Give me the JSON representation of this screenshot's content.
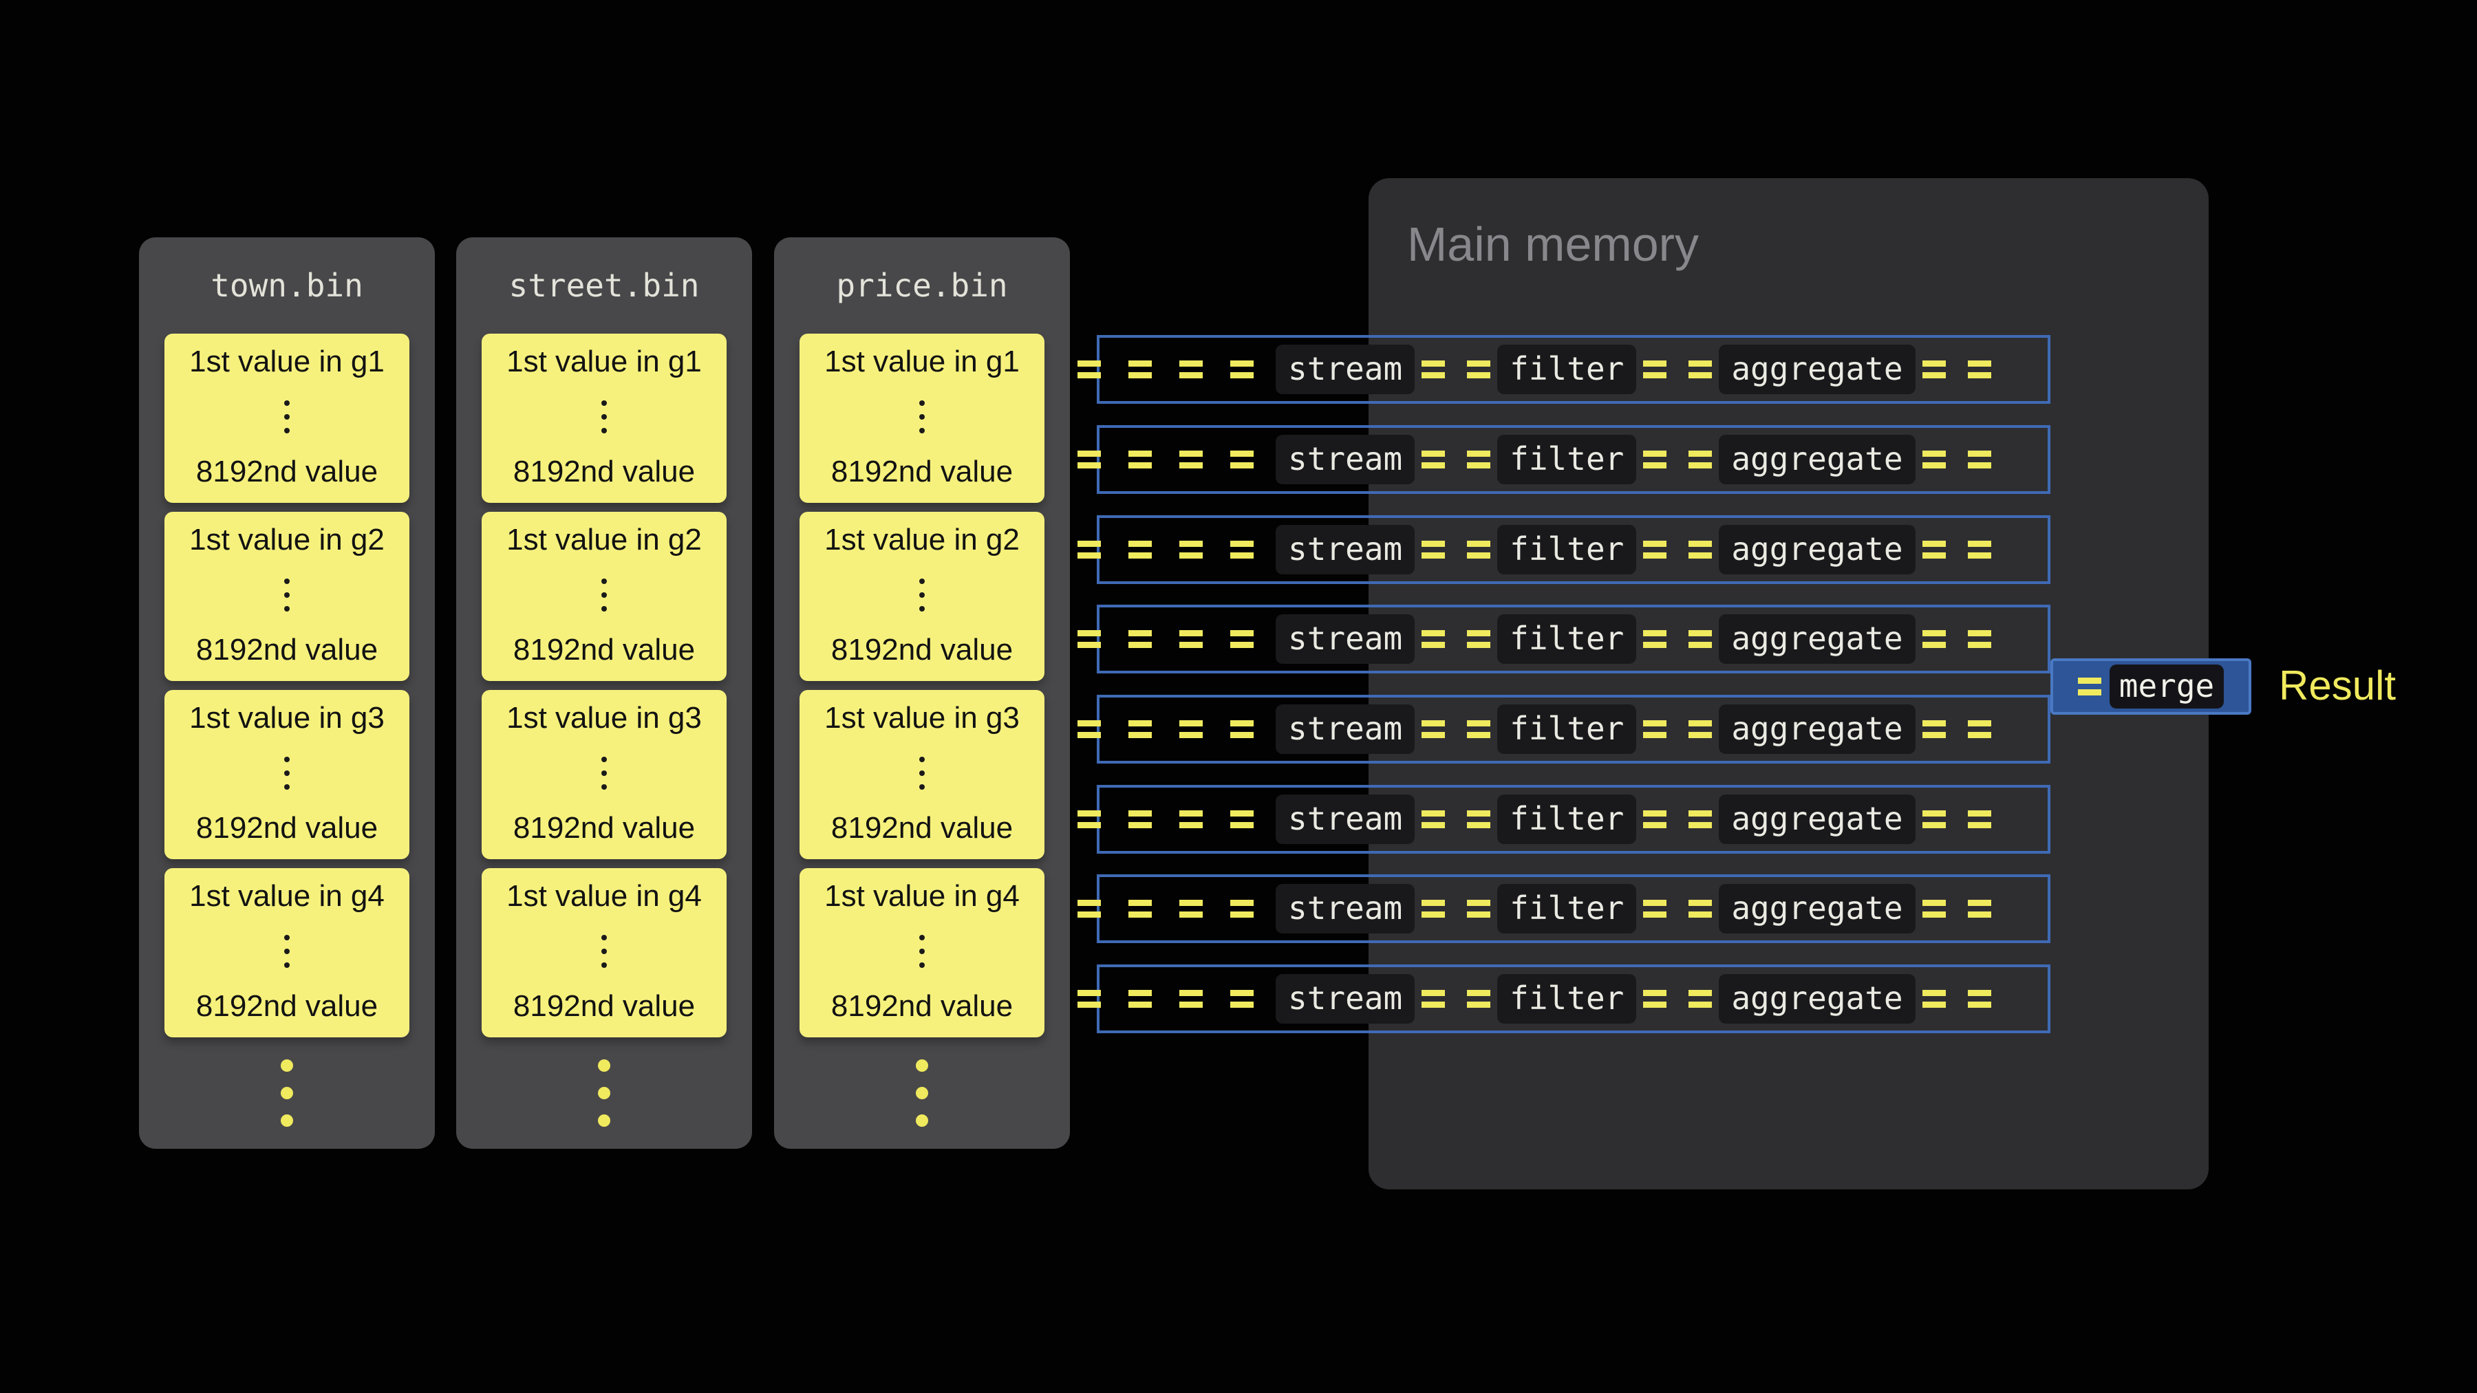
{
  "files": [
    {
      "name": "town.bin",
      "cards": [
        {
          "top": "1st value in g1",
          "bottom": "8192nd value"
        },
        {
          "top": "1st value in g2",
          "bottom": "8192nd value"
        },
        {
          "top": "1st value in g3",
          "bottom": "8192nd value"
        },
        {
          "top": "1st value in g4",
          "bottom": "8192nd value"
        }
      ]
    },
    {
      "name": "street.bin",
      "cards": [
        {
          "top": "1st value in g1",
          "bottom": "8192nd value"
        },
        {
          "top": "1st value in g2",
          "bottom": "8192nd value"
        },
        {
          "top": "1st value in g3",
          "bottom": "8192nd value"
        },
        {
          "top": "1st value in g4",
          "bottom": "8192nd value"
        }
      ]
    },
    {
      "name": "price.bin",
      "cards": [
        {
          "top": "1st value in g1",
          "bottom": "8192nd value"
        },
        {
          "top": "1st value in g2",
          "bottom": "8192nd value"
        },
        {
          "top": "1st value in g3",
          "bottom": "8192nd value"
        },
        {
          "top": "1st value in g4",
          "bottom": "8192nd value"
        }
      ]
    }
  ],
  "memory": {
    "title": "Main memory"
  },
  "pipeline": {
    "row_count": 8,
    "stages": [
      "stream",
      "filter",
      "aggregate"
    ]
  },
  "merge": {
    "label": "merge"
  },
  "result": {
    "label": "Result"
  },
  "colors": {
    "background": "#020202",
    "file_panel": "#48484a",
    "card_yellow": "#f6f17c",
    "memory_panel": "#2e2e31",
    "accent_blue": "#3f6ab5",
    "equals_yellow": "#f0ea5e",
    "chip_dark": "#19191c",
    "merge_blue": "#2d5597",
    "result_yellow": "#f0ea5e"
  }
}
